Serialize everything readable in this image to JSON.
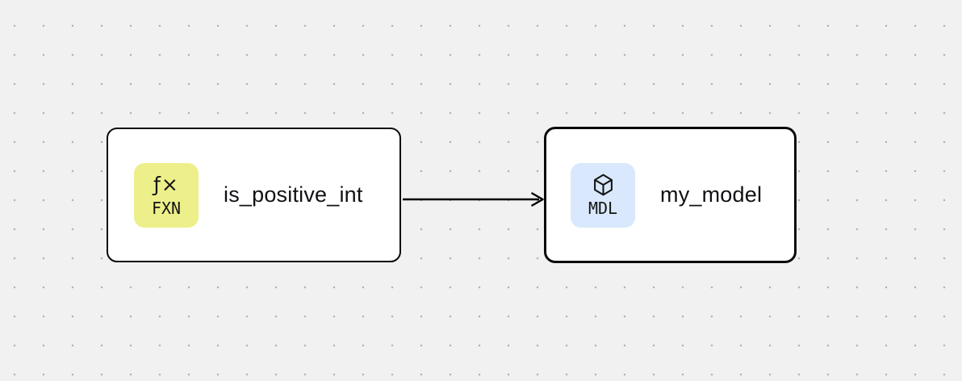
{
  "canvas": {
    "background_color": "#f1f1f1",
    "dot_color": "#b2b2b2"
  },
  "nodes": [
    {
      "label": "is_positive_int",
      "type_tag": "FXN",
      "icon": "function-icon",
      "icon_glyph": "ƒ×",
      "badge_color": "#edf08a",
      "selected": false
    },
    {
      "label": "my_model",
      "type_tag": "MDL",
      "icon": "cube-icon",
      "badge_color": "#d9e8fc",
      "selected": true
    }
  ],
  "edges": [
    {
      "from": "is_positive_int",
      "to": "my_model"
    }
  ]
}
